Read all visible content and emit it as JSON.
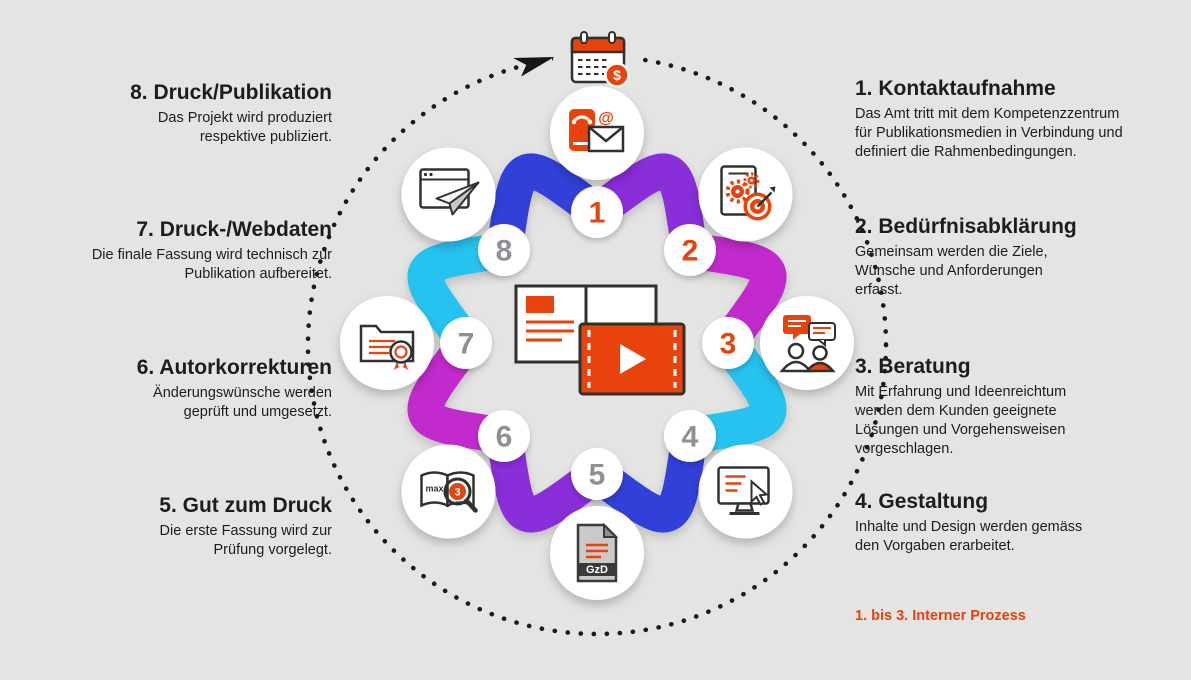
{
  "colors": {
    "background": "#e4e4e3",
    "accent": "#e8430c",
    "text": "#1d1d1b",
    "number_muted": "#8e9094",
    "band_blue": "#3240da",
    "band_purple": "#8a2ed9",
    "band_magenta": "#c32ace",
    "band_cyan": "#27c3f0"
  },
  "ring": {
    "numbers": [
      "1",
      "2",
      "3",
      "4",
      "5",
      "6",
      "7",
      "8"
    ]
  },
  "steps": {
    "right": [
      {
        "number": "1.",
        "title": "Kontaktaufnahme",
        "description": "Das Amt tritt mit dem Kompetenzzentrum für Publikationsmedien in Verbindung und definiert die Rahmenbedingungen."
      },
      {
        "number": "2.",
        "title": "Bedürfnisabklärung",
        "description": "Gemeinsam werden die Ziele, Wünsche und Anforderungen erfasst."
      },
      {
        "number": "3.",
        "title": "Beratung",
        "description": "Mit Erfahrung und Ideenreichtum werden dem Kunden geeignete Lösungen und Vorgehensweisen vorgeschlagen."
      },
      {
        "number": "4.",
        "title": "Gestaltung",
        "description": "Inhalte und Design werden gemäss den Vorgaben erarbeitet."
      }
    ],
    "left": [
      {
        "number": "8.",
        "title": "Druck/Publikation",
        "description": "Das Projekt wird produziert respektive publiziert."
      },
      {
        "number": "7.",
        "title": "Druck-/Webdaten",
        "description": "Die finale Fassung wird technisch zur Publikation aufbereitet."
      },
      {
        "number": "6.",
        "title": "Autorkorrekturen",
        "description": "Änderungswünsche werden geprüft und umgesetzt."
      },
      {
        "number": "5.",
        "title": "Gut zum Druck",
        "description": "Die erste Fassung wird zur Prüfung vorgelegt."
      }
    ]
  },
  "note": "1. bis 3. Interner Prozess",
  "icon_text": {
    "gzd": "GzD",
    "max": "max",
    "count": "3",
    "dollar": "$",
    "at": "@"
  },
  "icons": [
    "calendar-budget-icon",
    "direction-arrow-icon",
    "phone-email-icon",
    "gears-target-icon",
    "consulting-people-icon",
    "monitor-cursor-icon",
    "gzd-document-icon",
    "proof-book-icon",
    "data-folder-icon",
    "browser-paperplane-icon",
    "publication-video-icon",
    "dotted-cycle-ring"
  ]
}
